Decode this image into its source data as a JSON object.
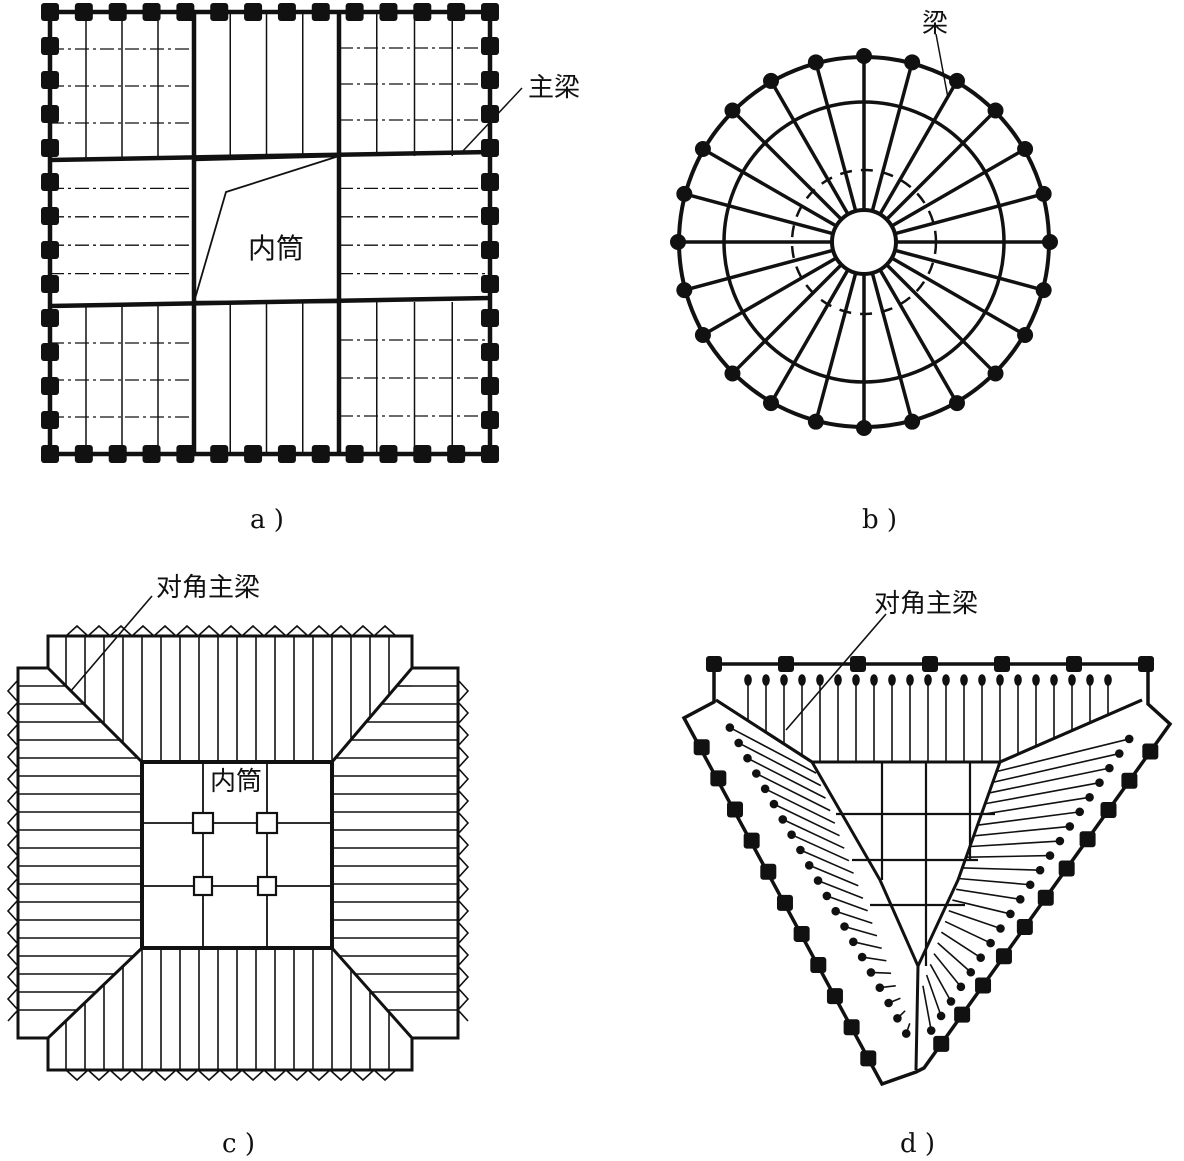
{
  "panels": {
    "a": {
      "caption": "a )",
      "core_label": "内筒",
      "beam_label": "主梁"
    },
    "b": {
      "caption": "b )",
      "beam_label": "梁"
    },
    "c": {
      "caption": "c )",
      "core_label": "内筒",
      "beam_label": "对角主梁"
    },
    "d": {
      "caption": "d )",
      "beam_label": "对角主梁"
    }
  },
  "colors": {
    "ink": "#111111",
    "paper": "#ffffff"
  }
}
